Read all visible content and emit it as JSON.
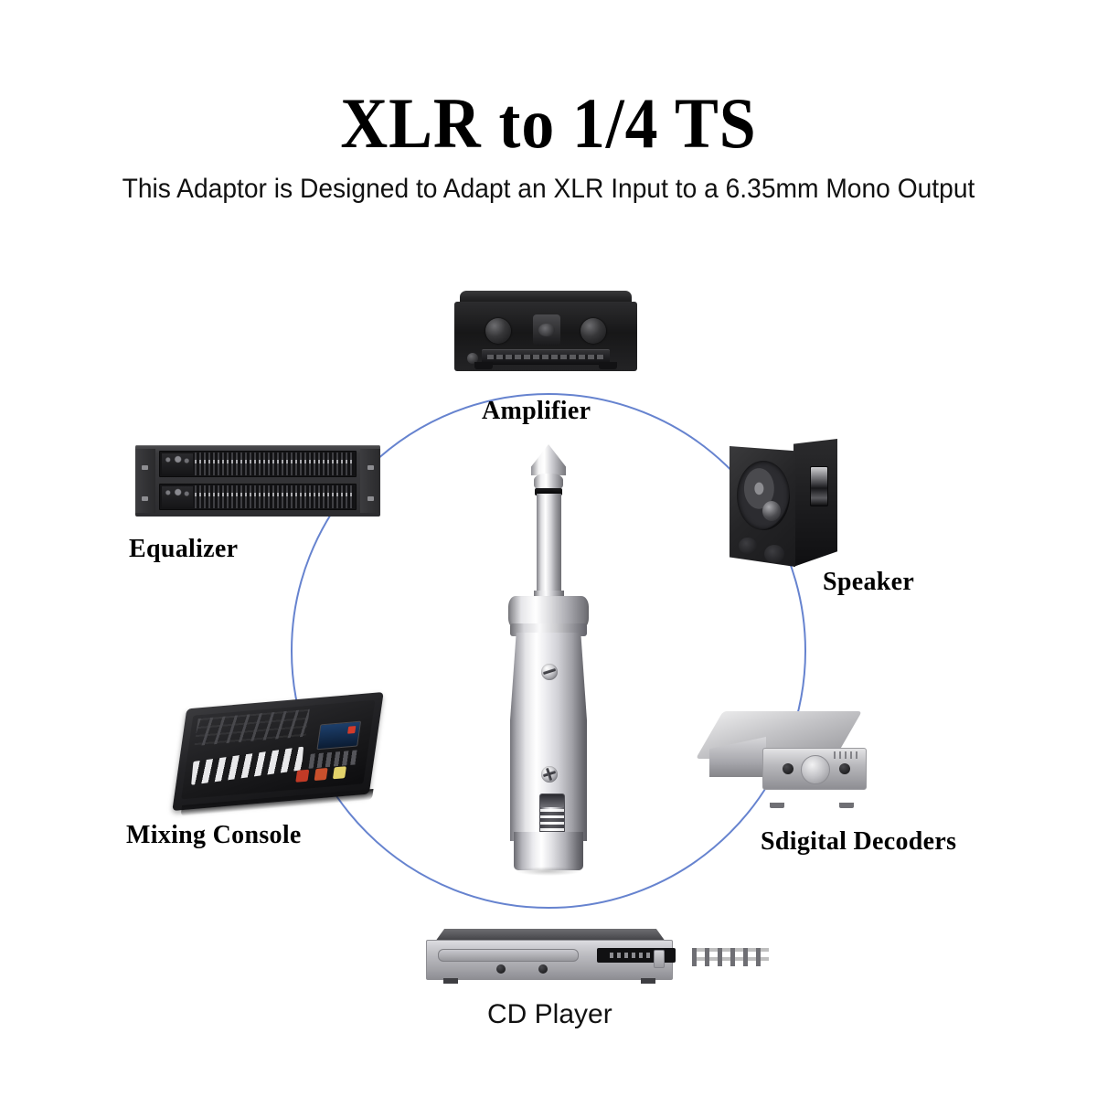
{
  "header": {
    "title": "XLR to 1/4 TS",
    "subtitle": "This Adaptor is Designed to Adapt an XLR Input to a 6.35mm Mono Output"
  },
  "diagram": {
    "center_product": "XLR female to 1/4 inch TS male adaptor",
    "ring_color": "#6683cf",
    "nodes": [
      {
        "id": "amplifier",
        "label": "Amplifier",
        "position": "top"
      },
      {
        "id": "equalizer",
        "label": "Equalizer",
        "position": "top-left"
      },
      {
        "id": "speaker",
        "label": "Speaker",
        "position": "top-right"
      },
      {
        "id": "mixing-console",
        "label": "Mixing Console",
        "position": "bottom-left"
      },
      {
        "id": "digital-decoders",
        "label": "Sdigital Decoders",
        "position": "bottom-right"
      },
      {
        "id": "cd-player",
        "label": "CD Player",
        "position": "bottom"
      }
    ]
  },
  "colors": {
    "background": "#ffffff",
    "text": "#000000",
    "ring": "#6683cf",
    "metal_light": "#ffffff",
    "metal_dark": "#6c6c71",
    "device_black": "#1a1a1c",
    "device_silver": "#bdbdc2"
  }
}
